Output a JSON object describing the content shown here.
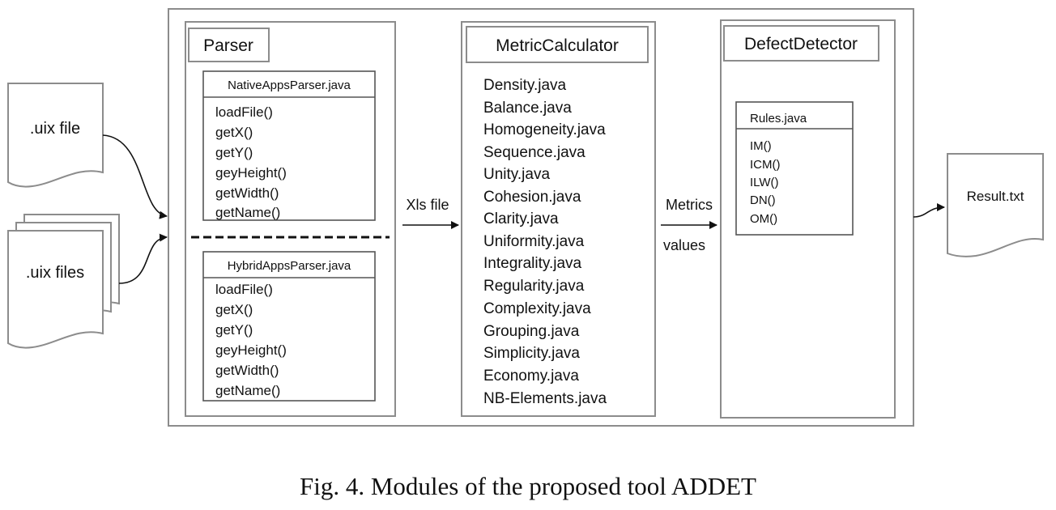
{
  "inputs": {
    "single_file": ".uix file",
    "multi_files": ".uix files"
  },
  "parser": {
    "title": "Parser",
    "native": {
      "class_name": "NativeAppsParser.java",
      "methods": [
        "loadFile()",
        "getX()",
        "getY()",
        "geyHeight()",
        "getWidth()",
        "getName()"
      ]
    },
    "hybrid": {
      "class_name": "HybridAppsParser.java",
      "methods": [
        "loadFile()",
        "getX()",
        "getY()",
        "geyHeight()",
        "getWidth()",
        "getName()"
      ]
    }
  },
  "edge_parser_metric": "Xls file",
  "metric_calculator": {
    "title": "MetricCalculator",
    "files": [
      "Density.java",
      "Balance.java",
      "Homogeneity.java",
      "Sequence.java",
      "Unity.java",
      "Cohesion.java",
      "Clarity.java",
      "Uniformity.java",
      "Integrality.java",
      "Regularity.java",
      "Complexity.java",
      "Grouping.java",
      "Simplicity.java",
      "Economy.java",
      "NB-Elements.java"
    ]
  },
  "edge_metric_defect": {
    "line1": "Metrics",
    "line2": "values"
  },
  "defect_detector": {
    "title": "DefectDetector",
    "rules": {
      "class_name": "Rules.java",
      "methods": [
        "IM()",
        "ICM()",
        "ILW()",
        "DN()",
        "OM()"
      ]
    }
  },
  "output": "Result.txt",
  "caption": "Fig. 4.  Modules of the proposed tool ADDET"
}
